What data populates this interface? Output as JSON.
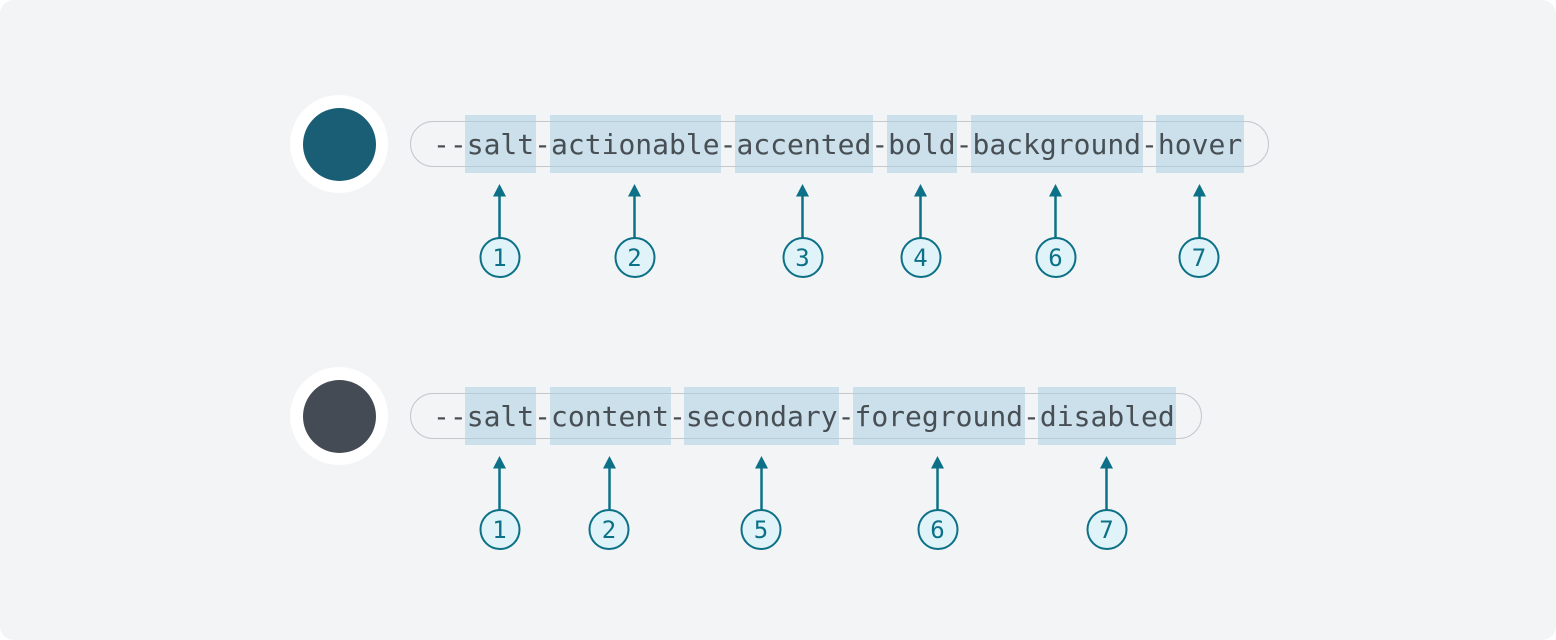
{
  "canvas": {
    "background": "#f2f4f6",
    "outer_background": "#ffffff"
  },
  "colors": {
    "teal_accent": "#0c7086",
    "badge_fill": "#dff3f8",
    "segment_highlight": "rgba(171,208,225,0.55)",
    "pill_border": "#c3c8cc",
    "token_text": "#474e54",
    "swatch_ring": "#ffffff"
  },
  "rows": [
    {
      "swatch_color": "#1a5e75",
      "token": "--salt-actionable-accented-bold-background-hover",
      "prefix": "--",
      "separator": "-",
      "segments": [
        {
          "text": "salt",
          "number": "1"
        },
        {
          "text": "actionable",
          "number": "2"
        },
        {
          "text": "accented",
          "number": "3"
        },
        {
          "text": "bold",
          "number": "4"
        },
        {
          "text": "background",
          "number": "6"
        },
        {
          "text": "hover",
          "number": "7"
        }
      ]
    },
    {
      "swatch_color": "#444b54",
      "token": "--salt-content-secondary-foreground-disabled",
      "prefix": "--",
      "separator": "-",
      "segments": [
        {
          "text": "salt",
          "number": "1"
        },
        {
          "text": "content",
          "number": "2"
        },
        {
          "text": "secondary",
          "number": "5"
        },
        {
          "text": "foreground",
          "number": "6"
        },
        {
          "text": "disabled",
          "number": "7"
        }
      ]
    }
  ]
}
